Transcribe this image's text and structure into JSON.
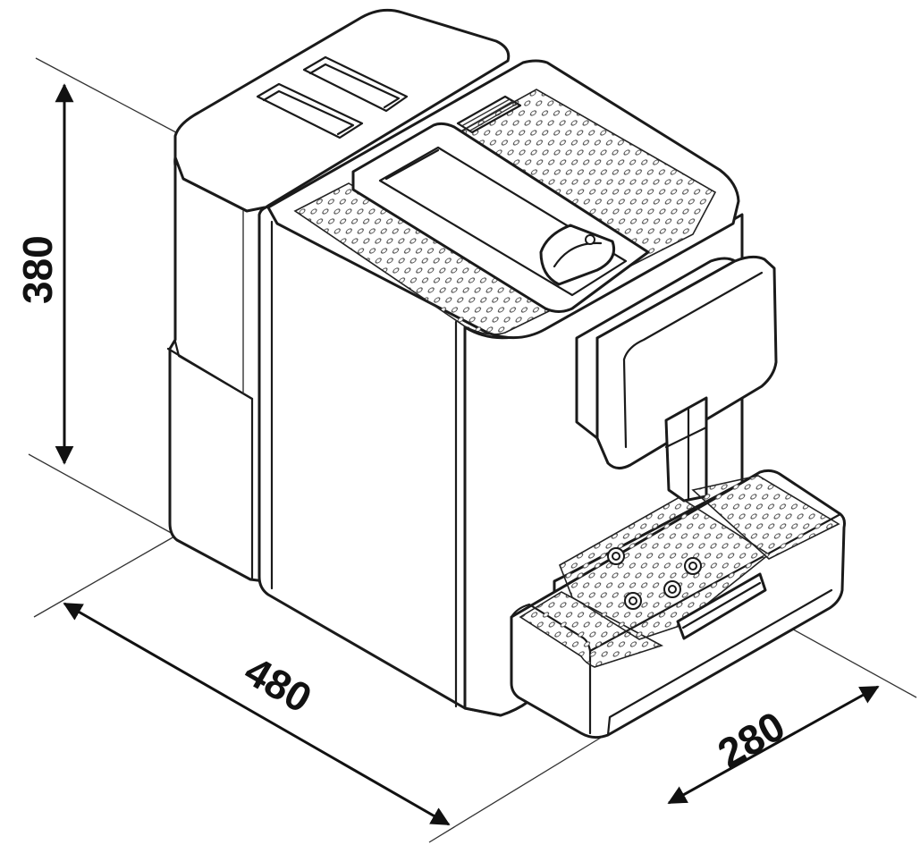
{
  "dimensions": {
    "height": "380",
    "depth": "480",
    "width": "280"
  }
}
